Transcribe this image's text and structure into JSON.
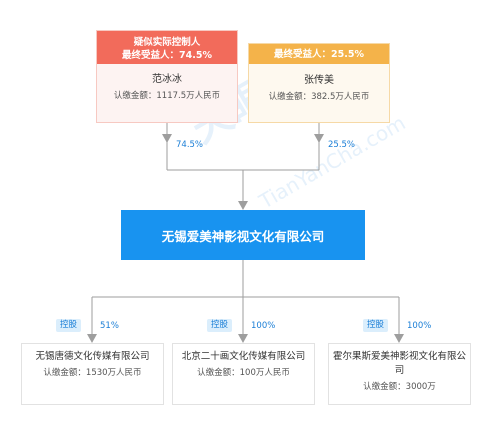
{
  "colors": {
    "controller_header": "#f26b5b",
    "controller_body": "#fdf3f2",
    "beneficiary_header": "#f4b34a",
    "beneficiary_body": "#fef9ef",
    "company": "#1893f0",
    "accent": "#1a7ed6",
    "line": "#9e9e9e"
  },
  "watermark": {
    "text": "天眼查",
    "subtext": "TianYanCha.com"
  },
  "shareholders": [
    {
      "tag_line1": "疑似实际控制人",
      "tag_line2": "最终受益人：74.5%",
      "name": "范冰冰",
      "capital": "认缴金额：1117.5万人民币",
      "percent": "74.5%"
    },
    {
      "tag_line1": "",
      "tag_line2": "最终受益人：25.5%",
      "name": "张传美",
      "capital": "认缴金额：382.5万人民币",
      "percent": "25.5%"
    }
  ],
  "company": {
    "name": "无锡爱美神影视文化有限公司"
  },
  "subsidiaries": [
    {
      "control_label": "控股",
      "percent": "51%",
      "name": "无锡唐德文化传媒有限公司",
      "capital": "认缴金额：1530万人民币"
    },
    {
      "control_label": "控股",
      "percent": "100%",
      "name": "北京二十画文化传媒有限公司",
      "capital": "认缴金额：100万人民币"
    },
    {
      "control_label": "控股",
      "percent": "100%",
      "name": "霍尔果斯爱美神影视文化有限公司",
      "capital": "认缴金额：3000万"
    }
  ],
  "chart_data": {
    "type": "diagram",
    "nodes": [
      {
        "id": "fbb",
        "label": "范冰冰",
        "role": "疑似实际控制人"
      },
      {
        "id": "zcm",
        "label": "张传美",
        "role": "最终受益人"
      },
      {
        "id": "ams",
        "label": "无锡爱美神影视文化有限公司"
      },
      {
        "id": "td",
        "label": "无锡唐德文化传媒有限公司"
      },
      {
        "id": "esh",
        "label": "北京二十画文化传媒有限公司"
      },
      {
        "id": "hegs",
        "label": "霍尔果斯爱美神影视文化有限公司"
      }
    ],
    "edges": [
      {
        "from": "fbb",
        "to": "ams",
        "label": "74.5%"
      },
      {
        "from": "zcm",
        "to": "ams",
        "label": "25.5%"
      },
      {
        "from": "ams",
        "to": "td",
        "label": "51%"
      },
      {
        "from": "ams",
        "to": "esh",
        "label": "100%"
      },
      {
        "from": "ams",
        "to": "hegs",
        "label": "100%"
      }
    ]
  }
}
